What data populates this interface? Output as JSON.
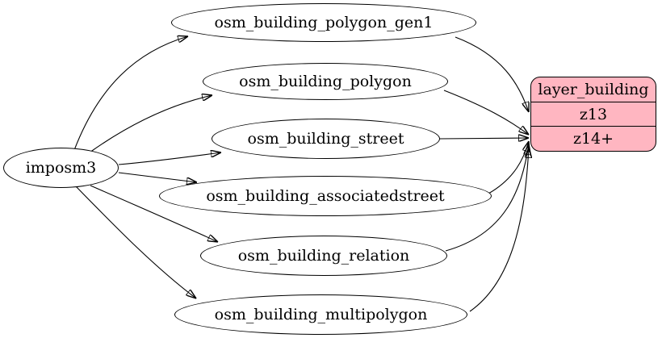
{
  "diagram": {
    "type": "graphviz-flow",
    "nodes": {
      "source": {
        "label": "imposm3"
      },
      "tables": [
        {
          "label": "osm_building_polygon_gen1"
        },
        {
          "label": "osm_building_polygon"
        },
        {
          "label": "osm_building_street"
        },
        {
          "label": "osm_building_associatedstreet"
        },
        {
          "label": "osm_building_relation"
        },
        {
          "label": "osm_building_multipolygon"
        }
      ],
      "layer": {
        "title": "layer_building",
        "rows": [
          "z13",
          "z14+"
        ]
      }
    },
    "edges": [
      {
        "from": "imposm3",
        "to": "osm_building_polygon_gen1"
      },
      {
        "from": "imposm3",
        "to": "osm_building_polygon"
      },
      {
        "from": "imposm3",
        "to": "osm_building_street"
      },
      {
        "from": "imposm3",
        "to": "osm_building_associatedstreet"
      },
      {
        "from": "imposm3",
        "to": "osm_building_relation"
      },
      {
        "from": "imposm3",
        "to": "osm_building_multipolygon"
      },
      {
        "from": "osm_building_polygon_gen1",
        "to": "layer_building:z13"
      },
      {
        "from": "osm_building_polygon",
        "to": "layer_building:z14+"
      },
      {
        "from": "osm_building_street",
        "to": "layer_building:z14+"
      },
      {
        "from": "osm_building_associatedstreet",
        "to": "layer_building:z14+"
      },
      {
        "from": "osm_building_relation",
        "to": "layer_building:z14+"
      },
      {
        "from": "osm_building_multipolygon",
        "to": "layer_building:z14+"
      }
    ],
    "colors": {
      "background": "#ffffff",
      "table_node_fill": "#ffffff",
      "layer_node_fill": "#ffb6c1",
      "edge_color": "#000000"
    }
  }
}
